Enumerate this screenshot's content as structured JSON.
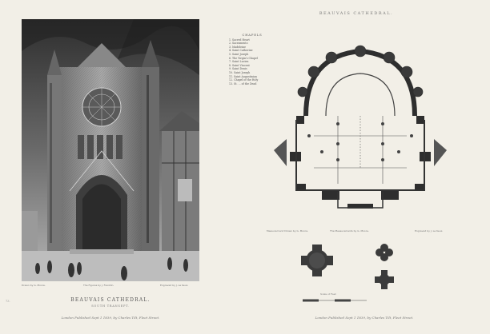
{
  "plate": {
    "number": "73.",
    "left_title": "BEAUVAIS CATHEDRAL.",
    "left_subtitle": "SOUTH TRANSEPT.",
    "left_publisher": "London Published Sept 1 1839, by Charles Tilt, Fleet Street.",
    "left_credit_drawn": "Drawn by G. Moore.",
    "left_credit_center": "The Figures by J. Franklin.",
    "left_credit_engraved": "Engraved by J. Le Keux.",
    "right_title": "BEAUVAIS CATHEDRAL.",
    "right_publisher": "London Published Sept 1 1839, by Charles Tilt, Fleet Street.",
    "plan_credit_left": "Measured and Drawn by G. Moore.",
    "plan_credit_center": "The Measurements by G. Moore.",
    "plan_credit_right": "Engraved by J. Le Keux.",
    "scale_label": "Scale of Feet"
  },
  "legend": {
    "title": "CHAPELS",
    "items": [
      "1. Sacred Heart",
      "2. Sacramento",
      "3. Madeleine",
      "4. Saint Catherine",
      "5. Saint Joseph",
      "6. The Virgin's Chapel",
      "7. Saint Lucien",
      "8. Saint Vincent",
      "9. Saint Denis",
      "10. Saint Joseph",
      "11. Saint Augustinian",
      "12. Chapel of the Holy",
      "13. St. ... of the Dead"
    ]
  }
}
